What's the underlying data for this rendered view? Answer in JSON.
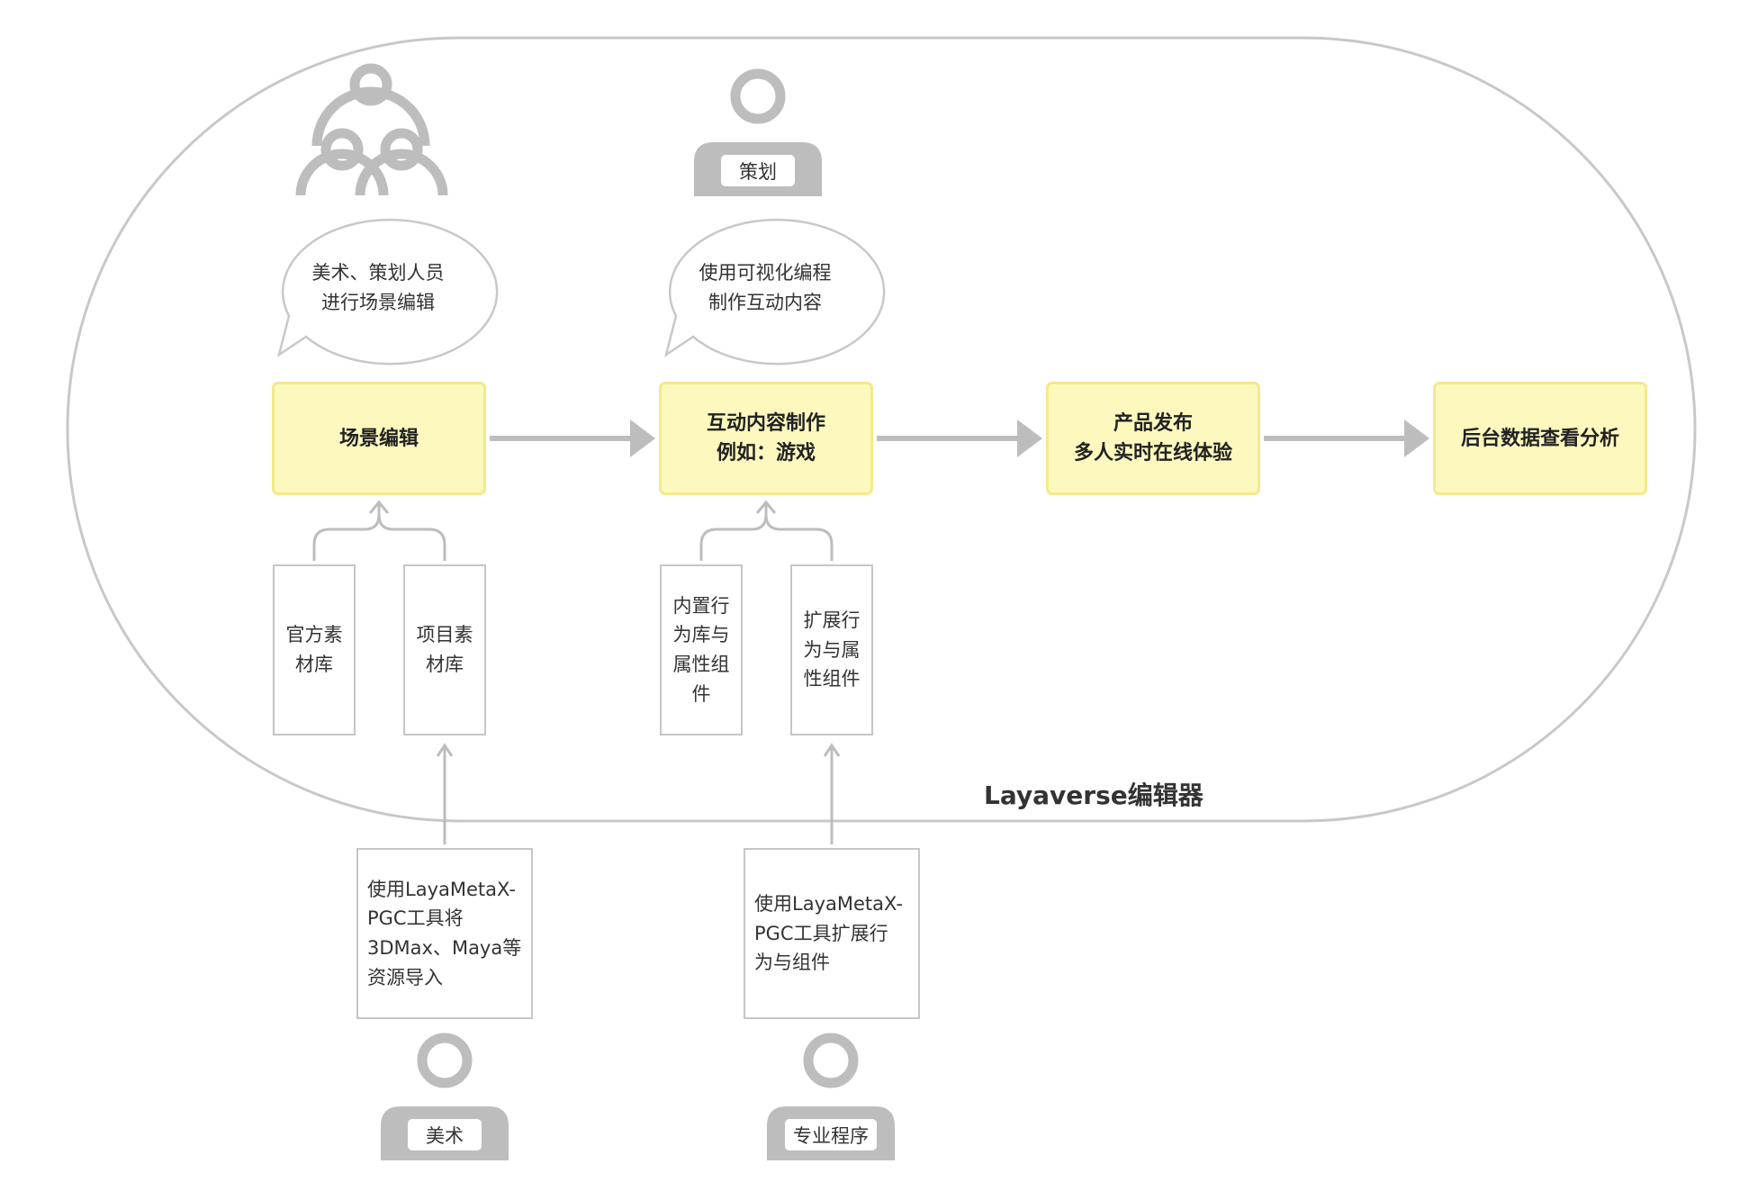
{
  "editor": {
    "name": "Layaverse编辑器"
  },
  "roles": {
    "team_icon": "people-group-icon",
    "planner": "策划",
    "artist": "美术",
    "programmer": "专业程序"
  },
  "bubbles": {
    "scene_editing_note": "美术、策划人员\n进行场景编辑",
    "visual_programming_note": "使用可视化编程\n制作互动内容"
  },
  "stages": [
    {
      "label": "场景编辑"
    },
    {
      "label": "互动内容制作\n例如：游戏"
    },
    {
      "label": "产品发布\n多人实时在线体验"
    },
    {
      "label": "后台数据查看分析"
    }
  ],
  "libraries": [
    {
      "label": "官方素\n材库"
    },
    {
      "label": "项目素\n材库"
    },
    {
      "label": "内置行\n为库与\n属性组\n件"
    },
    {
      "label": "扩展行\n为与属\n性组件"
    }
  ],
  "tools": {
    "asset_import": "使用LayaMetaX-\nPGC工具将\n3DMax、Maya等\n资源导入",
    "extension": "使用LayaMetaX-\nPGC工具扩展行\n为与组件"
  },
  "colors": {
    "stage_fill": "#fdf9be",
    "stage_border": "#f4e98a",
    "line_gray": "#c8c8c8",
    "icon_gray": "#bdbdbd",
    "arrow_gray": "#bdbdbd"
  }
}
